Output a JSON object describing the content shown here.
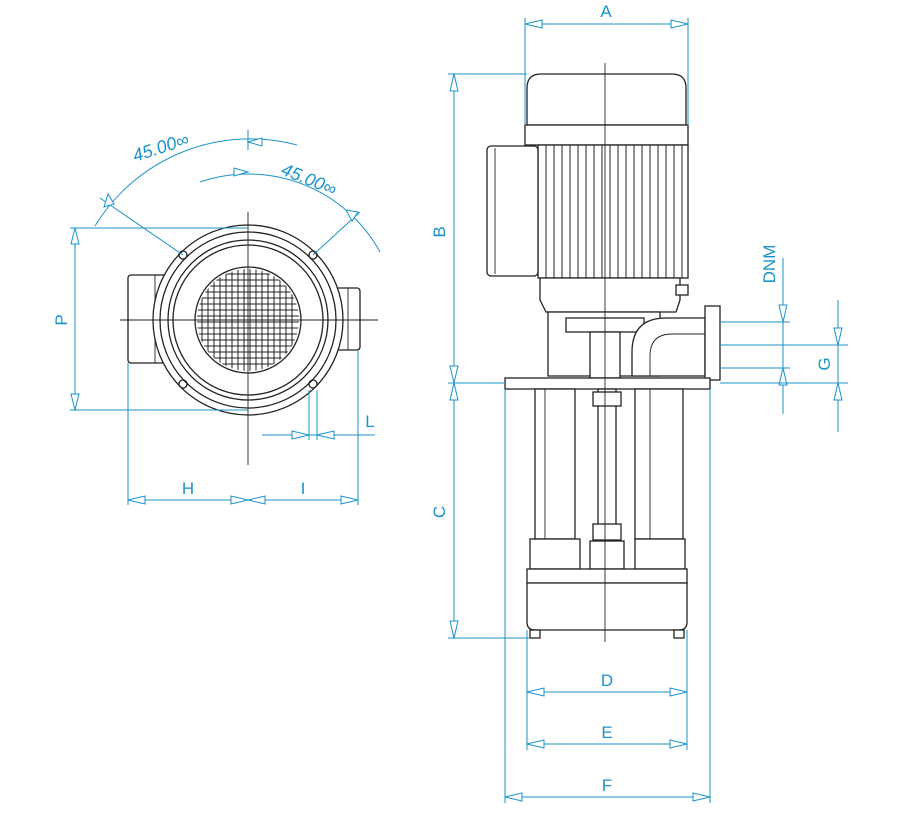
{
  "colors": {
    "dimension": "#1b93c9",
    "outline": "#222222",
    "background": "#ffffff"
  },
  "top_view": {
    "angle_outer": "45.00∞",
    "angle_inner": "45.00∞",
    "dimensions": {
      "P": "P",
      "H": "H",
      "I": "I",
      "L": "L"
    }
  },
  "side_view": {
    "dimensions": {
      "A": "A",
      "B": "B",
      "C": "C",
      "D": "D",
      "E": "E",
      "F": "F",
      "G": "G",
      "DNM": "DNM"
    }
  }
}
